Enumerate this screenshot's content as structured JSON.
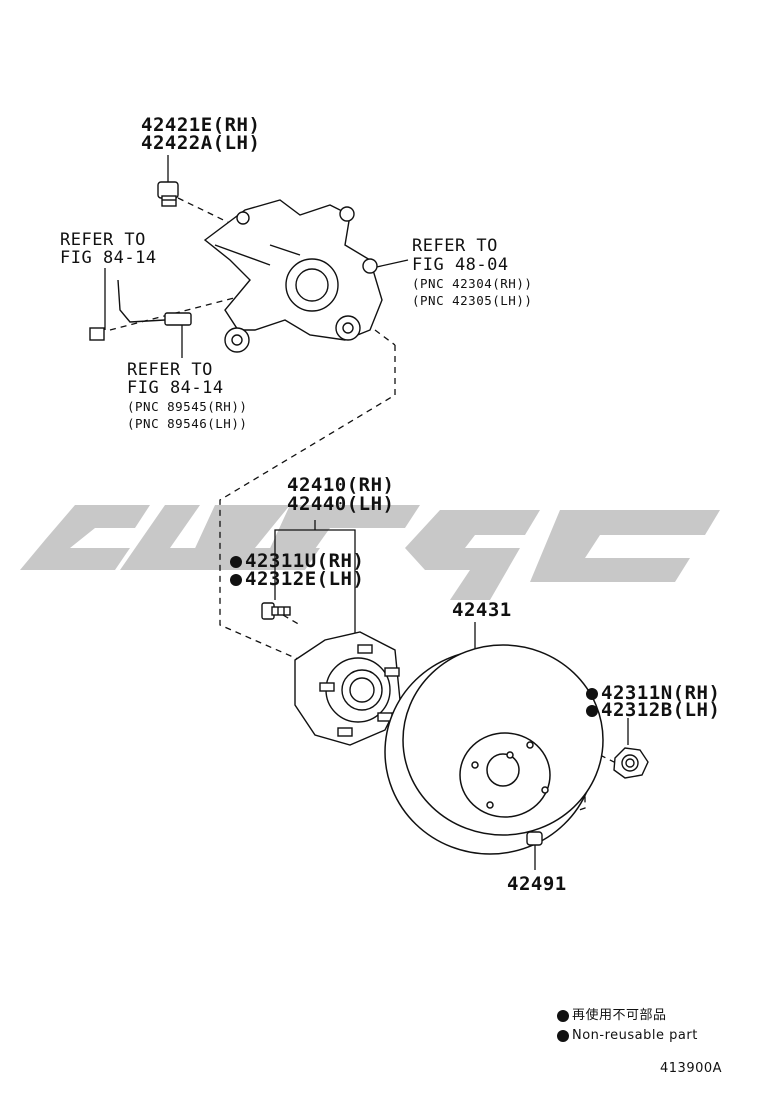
{
  "knuckle_bolt": {
    "rh": "42421E(RH)",
    "lh": "42422A(LH)"
  },
  "refer_sensor": {
    "line1": "REFER TO",
    "line2": "FIG 84-14"
  },
  "refer_knuckle": {
    "line1": "REFER TO",
    "line2": "FIG 48-04",
    "pnc_rh": "(PNC 42304(RH))",
    "pnc_lh": "(PNC 42305(LH))"
  },
  "refer_abs": {
    "line1": "REFER TO",
    "line2": "FIG 84-14",
    "pnc_rh": "(PNC 89545(RH))",
    "pnc_lh": "(PNC 89546(LH))"
  },
  "hub": {
    "rh": "42410(RH)",
    "lh": "42440(LH)"
  },
  "hub_bolt": {
    "rh": "42311U(RH)",
    "lh": "42312E(LH)"
  },
  "disc": {
    "part": "42431"
  },
  "hub_nut": {
    "rh": "42311N(RH)",
    "lh": "42312B(LH)"
  },
  "plug": {
    "part": "42491"
  },
  "legend": {
    "jp": "再使用不可部品",
    "en": "Non-reusable part"
  },
  "figure_id": "413900A",
  "watermark": {
    "color": "#c8c8c8"
  }
}
